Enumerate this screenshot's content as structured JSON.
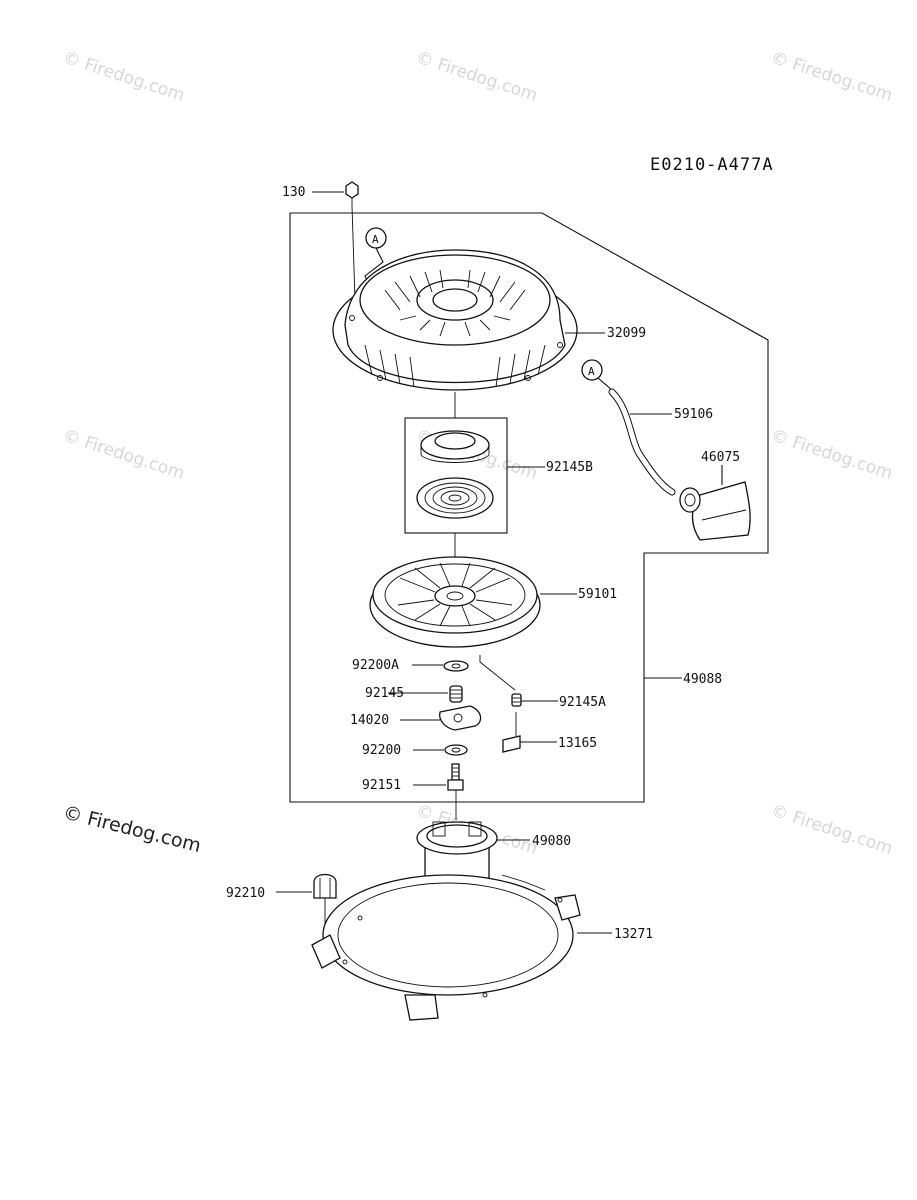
{
  "diagram_code": "E0210-A477A",
  "watermark_text": "© Firedog.com",
  "callout_marker": "A",
  "parts": {
    "p130": "130",
    "p32099": "32099",
    "p59106": "59106",
    "p46075": "46075",
    "p92145B": "92145B",
    "p59101": "59101",
    "p49088": "49088",
    "p92200A": "92200A",
    "p92145": "92145",
    "p92145A": "92145A",
    "p14020": "14020",
    "p13165": "13165",
    "p92200": "92200",
    "p92151": "92151",
    "p49080": "49080",
    "p92210": "92210",
    "p13271": "13271"
  }
}
